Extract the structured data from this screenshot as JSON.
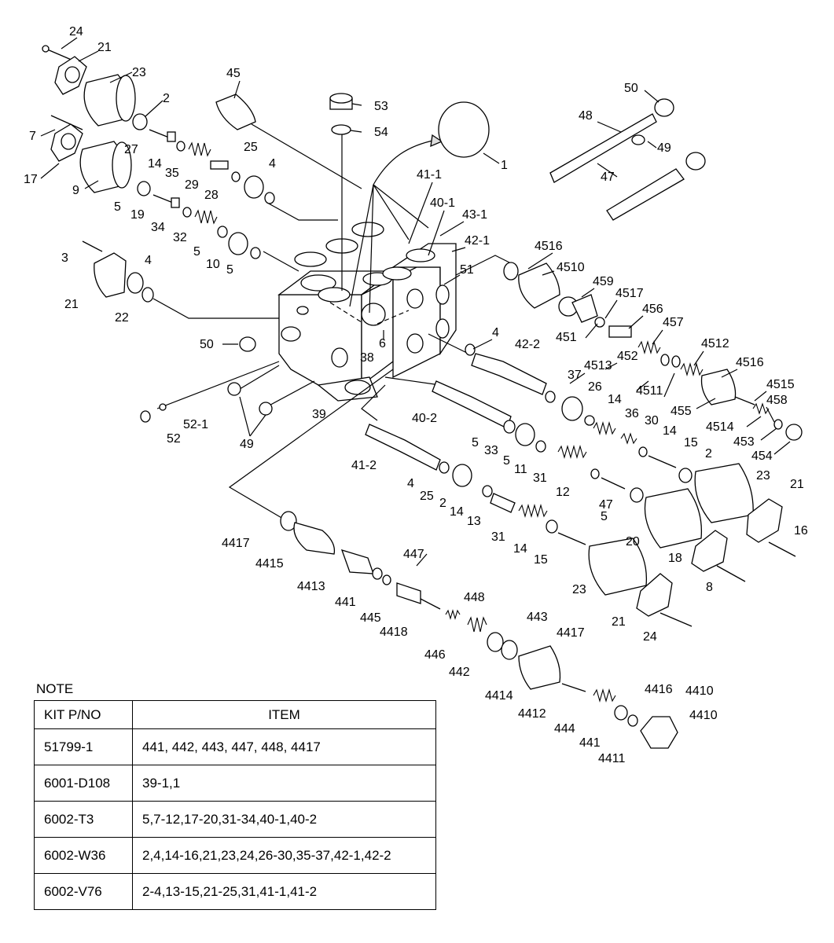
{
  "callouts": [
    "24",
    "21",
    "23",
    "2",
    "7",
    "17",
    "9",
    "27",
    "14",
    "35",
    "29",
    "28",
    "25",
    "4",
    "5",
    "19",
    "34",
    "32",
    "10",
    "3",
    "22",
    "45",
    "53",
    "54",
    "1",
    "50",
    "48",
    "49",
    "47",
    "41-1",
    "40-1",
    "43-1",
    "42-1",
    "51",
    "6",
    "38",
    "39",
    "52-1",
    "52",
    "4516",
    "4510",
    "459",
    "4517",
    "451",
    "456",
    "457",
    "42-2",
    "4512",
    "37",
    "4513",
    "452",
    "4511",
    "26",
    "36",
    "4515",
    "458",
    "4514",
    "453",
    "454",
    "455",
    "40-2",
    "33",
    "11",
    "30",
    "15",
    "41-2",
    "31",
    "12",
    "13",
    "20",
    "18",
    "16",
    "8",
    "4417",
    "4415",
    "4413",
    "447",
    "441",
    "445",
    "4418",
    "448",
    "443",
    "446",
    "442",
    "4414",
    "4412",
    "444",
    "4416",
    "4411",
    "4410"
  ],
  "note": {
    "title": "NOTE",
    "headers": {
      "kit": "KIT P/NO",
      "item": "ITEM"
    },
    "rows": [
      {
        "kit": "51799-1",
        "item": "441, 442, 443, 447, 448, 4417"
      },
      {
        "kit": "6001-D108",
        "item": "39-1,1"
      },
      {
        "kit": "6002-T3",
        "item": "5,7-12,17-20,31-34,40-1,40-2"
      },
      {
        "kit": "6002-W36",
        "item": "2,4,14-16,21,23,24,26-30,35-37,42-1,42-2"
      },
      {
        "kit": "6002-V76",
        "item": "2-4,13-15,21-25,31,41-1,41-2"
      }
    ]
  }
}
